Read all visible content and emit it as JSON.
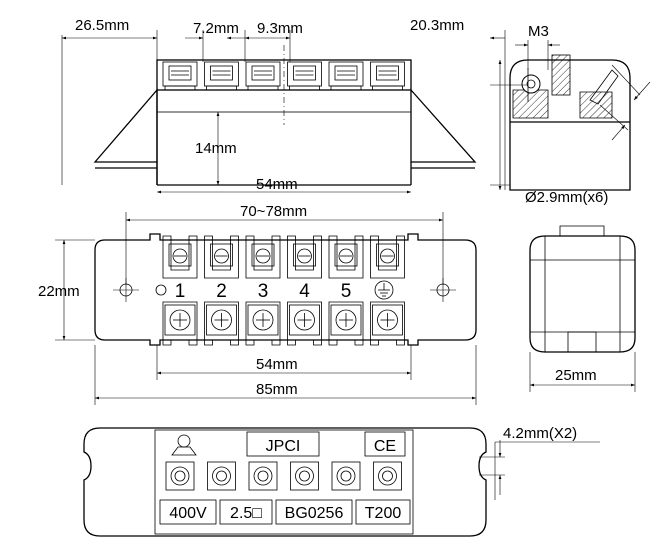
{
  "dimensions": {
    "side_width": "26.5mm",
    "terminal_pitch": "7.2mm",
    "terminal_width": "9.3mm",
    "depth": "20.3mm",
    "screw": "M3",
    "clearance_height": "14mm",
    "inner_span_side": "54mm",
    "wire_hole": "Ø2.9mm(x6)",
    "mount_span": "70~78mm",
    "height": "22mm",
    "inner_span": "54mm",
    "overall_length": "85mm",
    "end_width": "25mm",
    "mount_hole": "4.2mm(X2)"
  },
  "terminal_numbers": [
    "1",
    "2",
    "3",
    "4",
    "5"
  ],
  "ground_icon": "earth-ground-icon",
  "markings": {
    "brand": "JPCI",
    "ce": "CE",
    "voltage": "400V",
    "wire_size": "2.5□",
    "model": "BG0256",
    "temperature": "T200"
  }
}
